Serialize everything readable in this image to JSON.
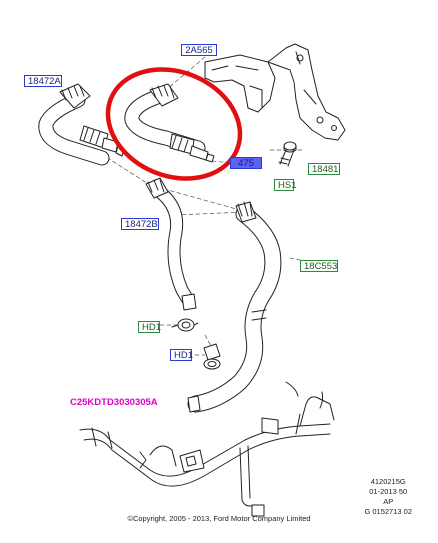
{
  "callouts": {
    "c2A565": "2A565",
    "c18472A": "18472A",
    "c8475": "475",
    "c18481": "18481",
    "cHS1": "HS1",
    "c18472B": "18472B",
    "c18C553": "18C553",
    "cHD1a": "HD1",
    "cHD1b": "HD1"
  },
  "engine_ref": "C25KDTD3030305A",
  "info": {
    "line1": "4120215G",
    "line2": "01-2013 50",
    "line3": "AP",
    "line4": "G 0152713 02"
  },
  "copyright": "©Copyright, 2005 - 2013, Ford Motor Company Limited",
  "colors": {
    "callout_blue": "#2b3bd6",
    "callout_green": "#2e8b3a",
    "engine_ref": "#e000c8",
    "highlight_ring": "#e01010"
  }
}
